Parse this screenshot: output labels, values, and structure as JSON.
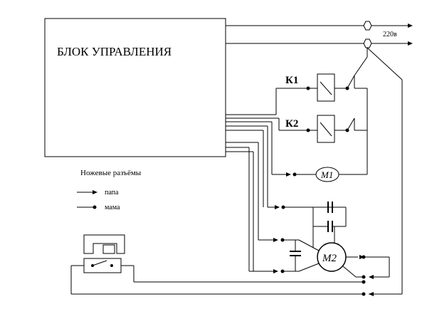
{
  "control_block": {
    "title": "БЛОК УПРАВЛЕНИЯ"
  },
  "supply": {
    "voltage": "220в"
  },
  "relays": [
    {
      "label": "К1"
    },
    {
      "label": "К2"
    }
  ],
  "motors": [
    {
      "label": "М1"
    },
    {
      "label": "М2"
    }
  ],
  "legend": {
    "title": "Ножевые разъёмы",
    "items": [
      {
        "label": "папа"
      },
      {
        "label": "мама"
      }
    ]
  }
}
